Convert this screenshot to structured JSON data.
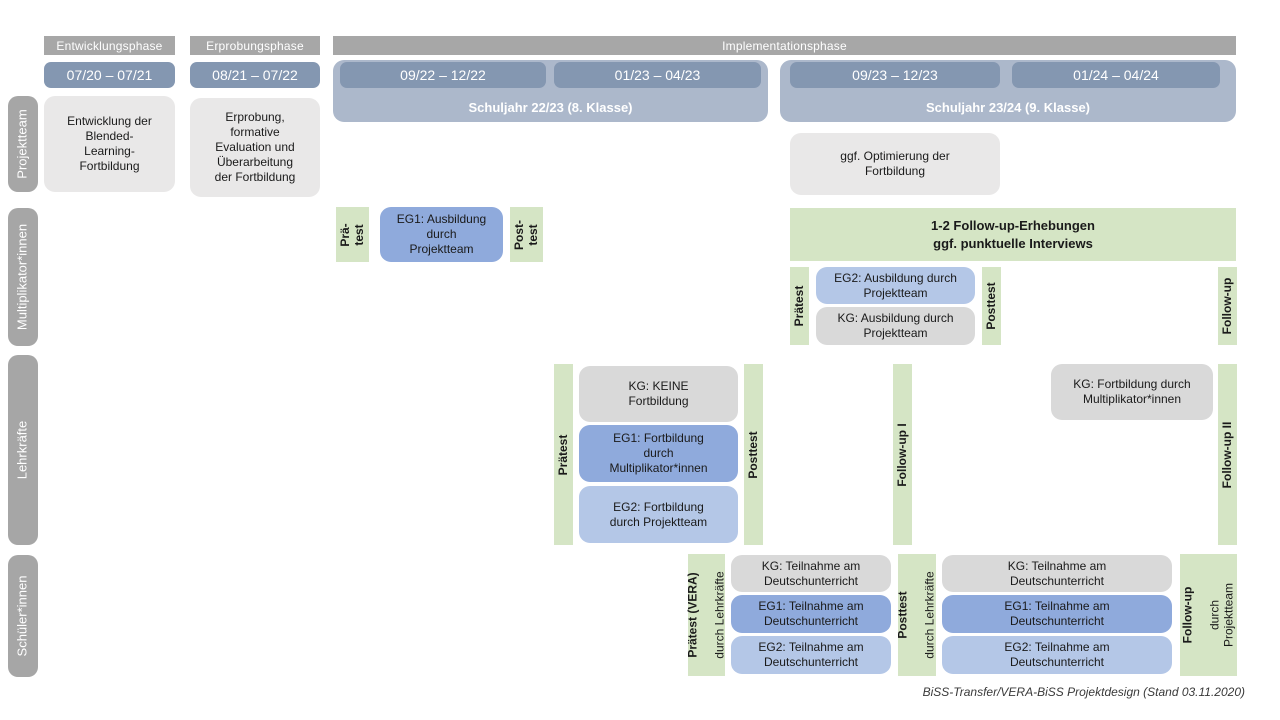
{
  "colors": {
    "phase_header_gray": "#A7A7A7",
    "date_pill_blue": "#8497B1",
    "schoolyear_band_blue": "#ACB8CB",
    "row_label_gray": "#A6A6A6",
    "projektteam_box_gray": "#E9E8E8",
    "kg_box_gray": "#D9D9D9",
    "eg1_box_blue": "#8FAADC",
    "eg2_box_blue": "#B4C7E7",
    "test_bar_green": "#D5E5C5"
  },
  "header": {
    "phases": {
      "entwicklung": "Entwicklungsphase",
      "erprobung": "Erprobungsphase",
      "implementation": "Implementationsphase"
    },
    "dates": {
      "d1": "07/20 – 07/21",
      "d2": "08/21 – 07/22",
      "d3": "09/22 – 12/22",
      "d4": "01/23 – 04/23",
      "d5": "09/23 – 12/23",
      "d6": "01/24 – 04/24"
    },
    "school_years": {
      "y1": "Schuljahr 22/23 (8. Klasse)",
      "y2": "Schuljahr 23/24 (9. Klasse)"
    }
  },
  "row_labels": {
    "projektteam": "Projektteam",
    "multiplikatoren": "Multiplikator*innen",
    "lehrkraefte": "Lehrkräfte",
    "schueler": "Schüler*innen"
  },
  "projektteam": {
    "entwicklung": "Entwicklung der\nBlended-\nLearning-\nFortbildung",
    "erprobung": "Erprobung,\nformative\nEvaluation und\nÜberarbeitung\nder Fortbildung",
    "optimierung": "ggf. Optimierung der\nFortbildung"
  },
  "multiplikatoren": {
    "praetest_1": "Prä-\ntest",
    "eg1": "EG1: Ausbildung\ndurch\nProjektteam",
    "posttest_1": "Post-\ntest",
    "followup_header": "1-2 Follow-up-Erhebungen\nggf. punktuelle Interviews",
    "praetest_2": "Prätest",
    "eg2": "EG2: Ausbildung durch\nProjektteam",
    "kg": "KG: Ausbildung durch\nProjektteam",
    "posttest_2": "Posttest",
    "followup": "Follow-up"
  },
  "lehrkraefte": {
    "praetest": "Prätest",
    "kg": "KG: KEINE\nFortbildung",
    "eg1": "EG1: Fortbildung\ndurch\nMultiplikator*innen",
    "eg2": "EG2: Fortbildung\ndurch Projektteam",
    "posttest": "Posttest",
    "followup1": "Follow-up I",
    "kg2": "KG: Fortbildung durch\nMultiplikator*innen",
    "followup2": "Follow-up II"
  },
  "schueler": {
    "praetest_title": "Prätest (VERA)",
    "praetest_sub": "durch Lehrkräfte",
    "kg": "KG: Teilnahme am\nDeutschunterricht",
    "eg1": "EG1: Teilnahme am\nDeutschunterricht",
    "eg2": "EG2: Teilnahme am\nDeutschunterricht",
    "posttest_title": "Posttest",
    "posttest_sub": "durch Lehrkräfte",
    "kg2": "KG: Teilnahme am\nDeutschunterricht",
    "eg1_2": "EG1: Teilnahme am\nDeutschunterricht",
    "eg2_2": "EG2: Teilnahme am\nDeutschunterricht",
    "followup_title": "Follow-up",
    "followup_sub": "durch\nProjektteam"
  },
  "caption": "BiSS-Transfer/VERA-BiSS Projektdesign (Stand 03.11.2020)"
}
